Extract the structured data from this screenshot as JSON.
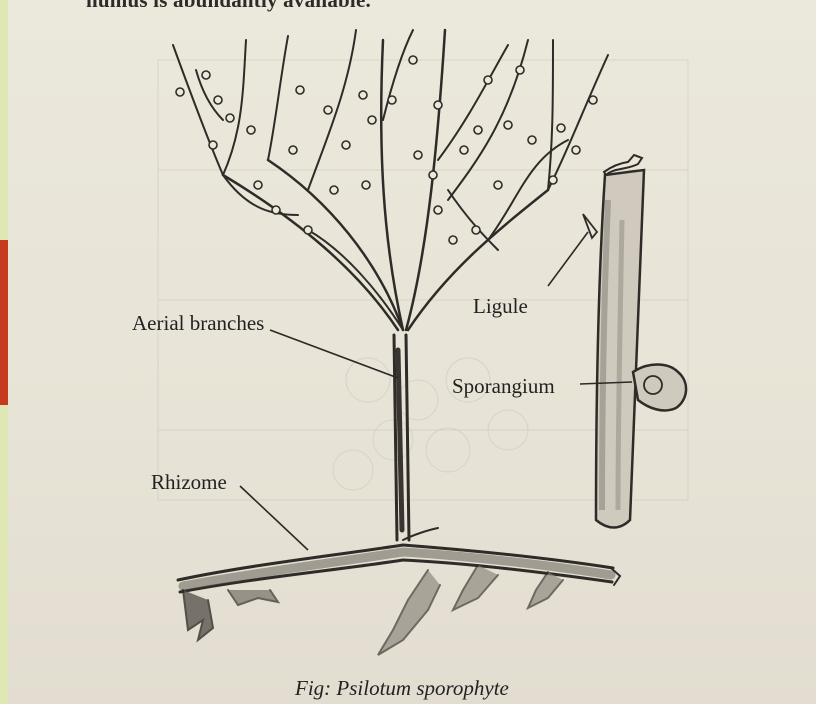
{
  "header_text": "humus is abundantly available.",
  "labels": {
    "aerial_branches": "Aerial branches",
    "rhizome": "Rhizome",
    "ligule": "Ligule",
    "sporangium": "Sporangium"
  },
  "caption": "Fig: Psilotum sporophyte"
}
